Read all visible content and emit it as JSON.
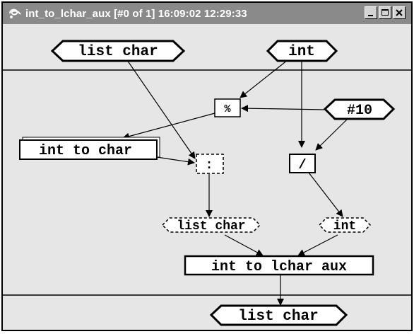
{
  "window": {
    "title": "int_to_lchar_aux [#0 of 1]  16:09:02 12:29:33",
    "icon": "graph-icon"
  },
  "nodes": {
    "input_list_char": "list char",
    "input_int": "int",
    "mod_op": "%",
    "const_10": "#10",
    "int_to_char": "int to char",
    "cons_op": ":",
    "div_op": "/",
    "mid_list_char": "list char",
    "mid_int": "int",
    "recursive_call": "int to lchar aux",
    "output_list_char": "list char"
  }
}
